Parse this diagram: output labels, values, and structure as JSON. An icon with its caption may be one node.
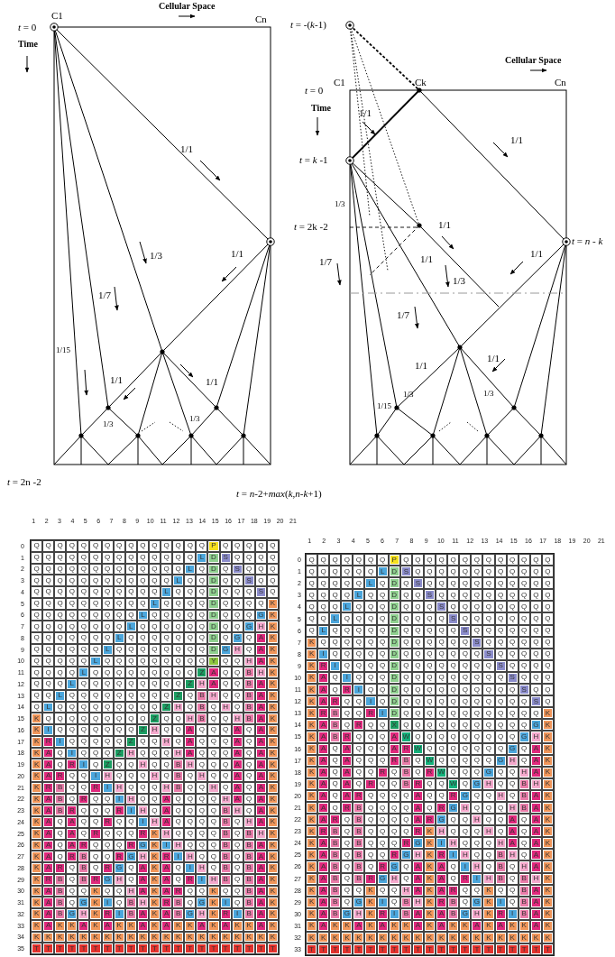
{
  "diagram": {
    "labels": [
      "*t* = 0",
      "C1",
      "Cellular Space",
      "Cn",
      "Time",
      "1/1",
      "1/3",
      "1/1",
      "1/7",
      "1/15",
      "1/1",
      "1/1",
      "1/3",
      "1/3",
      "*t* = 2n -2",
      "*t* = -(*k*-1)",
      "Cellular Space",
      "C1",
      "Ck",
      "Cn",
      "*t* = 0",
      "Time",
      "1/1",
      "1/1",
      "*t* = *k* -1",
      "1/3",
      "*t* = 2k -2",
      "1/1",
      "*t* = *n* - *k*",
      "1/1",
      "1/7",
      "1/1",
      "1/3",
      "1/7",
      "1/1",
      "1/1",
      "1/3",
      "1/3",
      "1/15",
      "*t* = *n*-2+*max*(*k*,*n*-*k*+1)",
      "1",
      "2",
      "3",
      "4",
      "5",
      "6",
      "7",
      "8",
      "9",
      "10",
      "11",
      "12",
      "13",
      "14",
      "15",
      "16",
      "17",
      "18",
      "19",
      "20",
      "21",
      "0",
      "Q",
      "Q",
      "Q",
      "Q",
      "Q",
      "Q",
      "Q",
      "Q",
      "Q",
      "Q",
      "Q",
      "Q",
      "Q",
      "Q",
      "Q",
      "P",
      "Q",
      "Q",
      "Q",
      "Q",
      "Q",
      "1",
      "Q",
      "Q",
      "Q",
      "Q",
      "Q",
      "Q",
      "Q",
      "Q",
      "Q",
      "Q",
      "Q",
      "Q",
      "Q",
      "Q",
      "L",
      "D",
      "S",
      "Q",
      "Q",
      "Q",
      "Q",
      "2",
      "Q",
      "Q",
      "Q",
      "Q",
      "Q",
      "Q",
      "Q",
      "Q",
      "Q",
      "Q",
      "Q",
      "Q",
      "Q",
      "L",
      "Q",
      "D",
      "Q",
      "S",
      "Q",
      "Q",
      "Q",
      "3",
      "Q",
      "Q",
      "Q",
      "Q",
      "Q",
      "Q",
      "Q",
      "Q",
      "Q",
      "Q",
      "Q",
      "Q",
      "L",
      "Q",
      "Q",
      "D",
      "Q",
      "Q",
      "S",
      "Q",
      "Q",
      "4",
      "Q",
      "Q",
      "Q",
      "Q",
      "Q",
      "Q",
      "Q",
      "Q",
      "Q",
      "Q",
      "Q",
      "L",
      "Q",
      "Q",
      "Q",
      "D",
      "Q",
      "Q",
      "Q",
      "S",
      "Q",
      "5",
      "Q",
      "Q",
      "Q",
      "Q",
      "Q",
      "Q",
      "Q",
      "Q",
      "Q",
      "Q",
      "L",
      "Q",
      "Q",
      "Q",
      "Q",
      "D",
      "Q",
      "Q",
      "Q",
      "Q",
      "K",
      "6",
      "Q",
      "Q",
      "Q",
      "Q",
      "Q",
      "Q",
      "Q",
      "Q",
      "Q",
      "L",
      "Q",
      "Q",
      "Q",
      "Q",
      "Q",
      "D",
      "Q",
      "Q",
      "Q",
      "G",
      "K",
      "7",
      "Q",
      "Q",
      "Q",
      "Q",
      "Q",
      "Q",
      "Q",
      "Q",
      "L",
      "Q",
      "Q",
      "Q",
      "Q",
      "Q",
      "Q",
      "D",
      "Q",
      "Q",
      "G",
      "H",
      "K",
      "8",
      "Q",
      "Q",
      "Q",
      "Q",
      "Q",
      "Q",
      "Q",
      "L",
      "Q",
      "Q",
      "Q",
      "Q",
      "Q",
      "Q",
      "Q",
      "D",
      "Q",
      "G",
      "Q",
      "A",
      "K",
      "9",
      "Q",
      "Q",
      "Q",
      "Q",
      "Q",
      "Q",
      "L",
      "Q",
      "Q",
      "Q",
      "Q",
      "Q",
      "Q",
      "Q",
      "Q",
      "D",
      "G",
      "H",
      "Q",
      "A",
      "K",
      "10",
      "Q",
      "Q",
      "Q",
      "Q",
      "Q",
      "L",
      "Q",
      "Q",
      "Q",
      "Q",
      "Q",
      "Q",
      "Q",
      "Q",
      "Q",
      "Y",
      "Q",
      "Q",
      "H",
      "A",
      "K",
      "11",
      "Q",
      "Q",
      "Q",
      "Q",
      "L",
      "Q",
      "Q",
      "Q",
      "Q",
      "Q",
      "Q",
      "Q",
      "Q",
      "Q",
      "Z",
      "A",
      "Q",
      "Q",
      "B",
      "H",
      "K",
      "12",
      "Q",
      "Q",
      "Q",
      "L",
      "Q",
      "Q",
      "Q",
      "Q",
      "Q",
      "Q",
      "Q",
      "Q",
      "Q",
      "Z",
      "H",
      "A",
      "Q",
      "Q",
      "B",
      "A",
      "K",
      "13",
      "Q",
      "Q",
      "L",
      "Q",
      "Q",
      "Q",
      "Q",
      "Q",
      "Q",
      "Q",
      "Q",
      "Q",
      "Z",
      "Q",
      "B",
      "H",
      "Q",
      "Q",
      "B",
      "A",
      "K",
      "14",
      "Q",
      "L",
      "Q",
      "Q",
      "Q",
      "Q",
      "Q",
      "Q",
      "Q",
      "Q",
      "Q",
      "Z",
      "H",
      "Q",
      "B",
      "Q",
      "H",
      "Q",
      "B",
      "A",
      "K",
      "15",
      "K",
      "Q",
      "Q",
      "Q",
      "Q",
      "Q",
      "Q",
      "Q",
      "Q",
      "Q",
      "Z",
      "Q",
      "Q",
      "H",
      "B",
      "Q",
      "Q",
      "H",
      "B",
      "A",
      "K",
      "16",
      "K",
      "I",
      "Q",
      "Q",
      "Q",
      "Q",
      "Q",
      "Q",
      "Q",
      "Z",
      "H",
      "Q",
      "Q",
      "A",
      "Q",
      "Q",
      "Q",
      "A",
      "Q",
      "A",
      "K",
      "17",
      "K",
      "R",
      "I",
      "Q",
      "Q",
      "Q",
      "Q",
      "Q",
      "Z",
      "Q",
      "Q",
      "H",
      "Q",
      "A",
      "Q",
      "Q",
      "Q",
      "A",
      "Q",
      "A",
      "K",
      "18",
      "K",
      "A",
      "Q",
      "I",
      "Q",
      "Q",
      "Q",
      "Z",
      "H",
      "Q",
      "Q",
      "Q",
      "H",
      "A",
      "Q",
      "Q",
      "Q",
      "A",
      "Q",
      "A",
      "K",
      "19",
      "K",
      "A",
      "Q",
      "R",
      "I",
      "Q",
      "Z",
      "Q",
      "Q",
      "H",
      "Q",
      "Q",
      "B",
      "H",
      "Q",
      "Q",
      "Q",
      "A",
      "Q",
      "A",
      "K",
      "20",
      "K",
      "A",
      "R",
      "Q",
      "Q",
      "I",
      "H",
      "Q",
      "Q",
      "Q",
      "H",
      "Q",
      "B",
      "Q",
      "H",
      "Q",
      "Q",
      "A",
      "Q",
      "A",
      "K",
      "21",
      "K",
      "R",
      "B",
      "Q",
      "Q",
      "R",
      "I",
      "H",
      "Q",
      "Q",
      "Q",
      "H",
      "B",
      "Q",
      "Q",
      "H",
      "Q",
      "A",
      "Q",
      "A",
      "K",
      "22",
      "K",
      "A",
      "B",
      "Q",
      "R",
      "Q",
      "Q",
      "I",
      "H",
      "Q",
      "Q",
      "A",
      "Q",
      "Q",
      "Q",
      "Q",
      "H",
      "A",
      "Q",
      "A",
      "K",
      "23",
      "K",
      "A",
      "B",
      "R",
      "Q",
      "Q",
      "Q",
      "R",
      "I",
      "H",
      "Q",
      "A",
      "Q",
      "Q",
      "Q",
      "Q",
      "B",
      "H",
      "Q",
      "A",
      "K",
      "24",
      "K",
      "A",
      "Q",
      "A",
      "Q",
      "Q",
      "R",
      "Q",
      "Q",
      "I",
      "H",
      "A",
      "Q",
      "Q",
      "Q",
      "Q",
      "B",
      "Q",
      "H",
      "A",
      "K",
      "25",
      "K",
      "A",
      "Q",
      "A",
      "Q",
      "R",
      "Q",
      "Q",
      "Q",
      "R",
      "K",
      "H",
      "Q",
      "Q",
      "Q",
      "Q",
      "B",
      "Q",
      "B",
      "H",
      "K",
      "26",
      "K",
      "A",
      "Q",
      "A",
      "R",
      "Q",
      "Q",
      "Q",
      "R",
      "G",
      "K",
      "I",
      "H",
      "Q",
      "Q",
      "Q",
      "B",
      "Q",
      "B",
      "A",
      "K",
      "27",
      "K",
      "A",
      "Q",
      "R",
      "B",
      "Q",
      "Q",
      "R",
      "G",
      "H",
      "K",
      "R",
      "I",
      "H",
      "Q",
      "Q",
      "B",
      "Q",
      "B",
      "A",
      "K",
      "28",
      "K",
      "A",
      "R",
      "Q",
      "B",
      "Q",
      "R",
      "G",
      "Q",
      "A",
      "K",
      "A",
      "Q",
      "I",
      "H",
      "Q",
      "B",
      "Q",
      "B",
      "A",
      "K",
      "29",
      "K",
      "R",
      "B",
      "Q",
      "B",
      "R",
      "G",
      "H",
      "Q",
      "A",
      "K",
      "A",
      "Q",
      "R",
      "I",
      "H",
      "B",
      "Q",
      "B",
      "A",
      "K",
      "30",
      "K",
      "A",
      "B",
      "Q",
      "Q",
      "K",
      "Q",
      "Q",
      "H",
      "A",
      "K",
      "A",
      "R",
      "Q",
      "Q",
      "K",
      "Q",
      "Q",
      "B",
      "A",
      "K",
      "31",
      "K",
      "A",
      "B",
      "Q",
      "G",
      "K",
      "I",
      "Q",
      "B",
      "H",
      "K",
      "R",
      "B",
      "Q",
      "G",
      "K",
      "I",
      "Q",
      "B",
      "A",
      "K",
      "32",
      "K",
      "A",
      "B",
      "G",
      "H",
      "K",
      "R",
      "I",
      "B",
      "A",
      "K",
      "A",
      "B",
      "G",
      "H",
      "K",
      "R",
      "I",
      "B",
      "A",
      "K",
      "33",
      "K",
      "A",
      "K",
      "K",
      "A",
      "K",
      "A",
      "K",
      "K",
      "A",
      "K",
      "A",
      "K",
      "K",
      "A",
      "K",
      "A",
      "K",
      "K",
      "A",
      "K",
      "34",
      "K",
      "K",
      "K",
      "K",
      "K",
      "K",
      "K",
      "K",
      "K",
      "K",
      "K",
      "K",
      "K",
      "K",
      "K",
      "K",
      "K",
      "K",
      "K",
      "K",
      "K",
      "35",
      "T",
      "T",
      "T",
      "T",
      "T",
      "T",
      "T",
      "T",
      "T",
      "T",
      "T",
      "T",
      "T",
      "T",
      "T",
      "T",
      "T",
      "T",
      "T",
      "T",
      "T",
      "1",
      "2",
      "3",
      "4",
      "5",
      "6",
      "7",
      "8",
      "9",
      "10",
      "11",
      "12",
      "13",
      "14",
      "15",
      "16",
      "17",
      "18",
      "19",
      "20",
      "21",
      "0",
      "Q",
      "Q",
      "Q",
      "Q",
      "Q",
      "Q",
      "Q",
      "P",
      "Q",
      "Q",
      "Q",
      "Q",
      "Q",
      "Q",
      "Q",
      "Q",
      "Q",
      "Q",
      "Q",
      "Q",
      "Q",
      "1",
      "Q",
      "Q",
      "Q",
      "Q",
      "Q",
      "Q",
      "L",
      "D",
      "S",
      "Q",
      "Q",
      "Q",
      "Q",
      "Q",
      "Q",
      "Q",
      "Q",
      "Q",
      "Q",
      "Q",
      "Q",
      "2",
      "Q",
      "Q",
      "Q",
      "Q",
      "Q",
      "L",
      "Q",
      "D",
      "Q",
      "S",
      "Q",
      "Q",
      "Q",
      "Q",
      "Q",
      "Q",
      "Q",
      "Q",
      "Q",
      "Q",
      "Q",
      "3",
      "Q",
      "Q",
      "Q",
      "Q",
      "L",
      "Q",
      "Q",
      "D",
      "Q",
      "Q",
      "S",
      "Q",
      "Q",
      "Q",
      "Q",
      "Q",
      "Q",
      "Q",
      "Q",
      "Q",
      "Q",
      "4",
      "Q",
      "Q",
      "Q",
      "L",
      "Q",
      "Q",
      "Q",
      "D",
      "Q",
      "Q",
      "Q",
      "S",
      "Q",
      "Q",
      "Q",
      "Q",
      "Q",
      "Q",
      "Q",
      "Q",
      "Q",
      "5",
      "Q",
      "Q",
      "L",
      "Q",
      "Q",
      "Q",
      "Q",
      "D",
      "Q",
      "Q",
      "Q",
      "Q",
      "S",
      "Q",
      "Q",
      "Q",
      "Q",
      "Q",
      "Q",
      "Q",
      "Q",
      "6",
      "Q",
      "L",
      "Q",
      "Q",
      "Q",
      "Q",
      "Q",
      "D",
      "Q",
      "Q",
      "Q",
      "Q",
      "Q",
      "S",
      "Q",
      "Q",
      "Q",
      "Q",
      "Q",
      "Q",
      "Q",
      "7",
      "K",
      "Q",
      "Q",
      "Q",
      "Q",
      "Q",
      "Q",
      "D",
      "Q",
      "Q",
      "Q",
      "Q",
      "Q",
      "Q",
      "S",
      "Q",
      "Q",
      "Q",
      "Q",
      "Q",
      "Q",
      "8",
      "K",
      "I",
      "Q",
      "Q",
      "Q",
      "Q",
      "Q",
      "D",
      "Q",
      "Q",
      "Q",
      "Q",
      "Q",
      "Q",
      "Q",
      "S",
      "Q",
      "Q",
      "Q",
      "Q",
      "Q",
      "9",
      "K",
      "R",
      "I",
      "Q",
      "Q",
      "Q",
      "Q",
      "D",
      "Q",
      "Q",
      "Q",
      "Q",
      "Q",
      "Q",
      "Q",
      "Q",
      "S",
      "Q",
      "Q",
      "Q",
      "Q",
      "10",
      "K",
      "A",
      "Q",
      "I",
      "Q",
      "Q",
      "Q",
      "D",
      "Q",
      "Q",
      "Q",
      "Q",
      "Q",
      "Q",
      "Q",
      "Q",
      "Q",
      "S",
      "Q",
      "Q",
      "Q",
      "11",
      "K",
      "A",
      "Q",
      "R",
      "I",
      "Q",
      "Q",
      "D",
      "Q",
      "Q",
      "Q",
      "Q",
      "Q",
      "Q",
      "Q",
      "Q",
      "Q",
      "Q",
      "S",
      "Q",
      "Q",
      "12",
      "K",
      "A",
      "R",
      "Q",
      "Q",
      "I",
      "Q",
      "D",
      "Q",
      "Q",
      "Q",
      "Q",
      "Q",
      "Q",
      "Q",
      "Q",
      "Q",
      "Q",
      "Q",
      "S",
      "Q",
      "13",
      "K",
      "R",
      "B",
      "Q",
      "Q",
      "R",
      "I",
      "D",
      "Q",
      "Q",
      "Q",
      "Q",
      "Q",
      "Q",
      "Q",
      "Q",
      "Q",
      "Q",
      "Q",
      "Q",
      "K",
      "14",
      "K",
      "A",
      "B",
      "Q",
      "R",
      "Q",
      "Q",
      "X",
      "Q",
      "Q",
      "Q",
      "Q",
      "Q",
      "Q",
      "Q",
      "Q",
      "Q",
      "Q",
      "Q",
      "G",
      "K",
      "15",
      "K",
      "A",
      "B",
      "R",
      "Q",
      "Q",
      "Q",
      "A",
      "W",
      "Q",
      "Q",
      "Q",
      "Q",
      "Q",
      "Q",
      "Q",
      "Q",
      "Q",
      "G",
      "H",
      "K",
      "16",
      "K",
      "A",
      "Q",
      "A",
      "Q",
      "Q",
      "Q",
      "A",
      "R",
      "W",
      "Q",
      "Q",
      "Q",
      "Q",
      "Q",
      "Q",
      "Q",
      "G",
      "Q",
      "A",
      "K",
      "17",
      "K",
      "A",
      "Q",
      "A",
      "Q",
      "Q",
      "Q",
      "R",
      "B",
      "Q",
      "W",
      "Q",
      "Q",
      "Q",
      "Q",
      "Q",
      "G",
      "H",
      "Q",
      "A",
      "K",
      "18",
      "K",
      "A",
      "Q",
      "A",
      "Q",
      "Q",
      "R",
      "Q",
      "B",
      "Q",
      "R",
      "W",
      "Q",
      "Q",
      "Q",
      "G",
      "Q",
      "Q",
      "H",
      "A",
      "K",
      "19",
      "K",
      "A",
      "Q",
      "A",
      "Q",
      "R",
      "Q",
      "Q",
      "B",
      "R",
      "Q",
      "Q",
      "W",
      "Q",
      "G",
      "H",
      "Q",
      "Q",
      "B",
      "H",
      "K",
      "20",
      "K",
      "A",
      "Q",
      "A",
      "R",
      "Q",
      "Q",
      "Q",
      "Q",
      "A",
      "Q",
      "Q",
      "R",
      "G",
      "Q",
      "Q",
      "H",
      "Q",
      "B",
      "A",
      "K",
      "21",
      "K",
      "A",
      "Q",
      "R",
      "B",
      "Q",
      "Q",
      "Q",
      "Q",
      "A",
      "Q",
      "R",
      "G",
      "H",
      "Q",
      "Q",
      "Q",
      "H",
      "B",
      "A",
      "K",
      "22",
      "K",
      "A",
      "R",
      "Q",
      "B",
      "Q",
      "Q",
      "Q",
      "Q",
      "A",
      "R",
      "G",
      "Q",
      "Q",
      "H",
      "Q",
      "Q",
      "A",
      "Q",
      "A",
      "K",
      "23",
      "K",
      "R",
      "B",
      "Q",
      "B",
      "Q",
      "Q",
      "Q",
      "Q",
      "R",
      "K",
      "H",
      "Q",
      "Q",
      "Q",
      "H",
      "Q",
      "A",
      "Q",
      "A",
      "K",
      "24",
      "K",
      "A",
      "B",
      "Q",
      "B",
      "Q",
      "Q",
      "Q",
      "R",
      "G",
      "K",
      "I",
      "H",
      "Q",
      "Q",
      "Q",
      "H",
      "A",
      "Q",
      "A",
      "K",
      "25",
      "K",
      "A",
      "B",
      "Q",
      "B",
      "Q",
      "Q",
      "R",
      "G",
      "H",
      "K",
      "R",
      "I",
      "H",
      "Q",
      "Q",
      "B",
      "H",
      "Q",
      "A",
      "K",
      "26",
      "K",
      "A",
      "B",
      "Q",
      "B",
      "Q",
      "R",
      "G",
      "Q",
      "A",
      "K",
      "A",
      "Q",
      "I",
      "H",
      "Q",
      "B",
      "Q",
      "H",
      "A",
      "K",
      "27",
      "K",
      "A",
      "B",
      "Q",
      "B",
      "R",
      "G",
      "H",
      "Q",
      "A",
      "K",
      "A",
      "Q",
      "R",
      "I",
      "H",
      "B",
      "Q",
      "B",
      "H",
      "K",
      "28",
      "K",
      "A",
      "B",
      "Q",
      "Q",
      "K",
      "Q",
      "Q",
      "H",
      "A",
      "K",
      "A",
      "R",
      "Q",
      "Q",
      "K",
      "Q",
      "Q",
      "B",
      "A",
      "K",
      "29",
      "K",
      "A",
      "B",
      "Q",
      "G",
      "K",
      "I",
      "Q",
      "B",
      "H",
      "K",
      "R",
      "B",
      "Q",
      "G",
      "K",
      "I",
      "Q",
      "B",
      "A",
      "K",
      "30",
      "K",
      "A",
      "B",
      "G",
      "H",
      "K",
      "R",
      "I",
      "B",
      "A",
      "K",
      "A",
      "B",
      "G",
      "H",
      "K",
      "R",
      "I",
      "B",
      "A",
      "K",
      "31",
      "K",
      "A",
      "K",
      "K",
      "A",
      "K",
      "A",
      "K",
      "K",
      "A",
      "K",
      "A",
      "K",
      "K",
      "A",
      "K",
      "A",
      "K",
      "K",
      "A",
      "K",
      "32",
      "K",
      "K",
      "K",
      "K",
      "K",
      "K",
      "K",
      "K",
      "K",
      "K",
      "K",
      "K",
      "K",
      "K",
      "K",
      "K",
      "K",
      "K",
      "K",
      "K",
      "K",
      "33",
      "T",
      "T",
      "T",
      "T",
      "T",
      "T",
      "T",
      "T",
      "T",
      "T",
      "T",
      "T",
      "T",
      "T",
      "T",
      "T",
      "T",
      "T",
      "T",
      "T",
      "T"
    ]
  }
}
